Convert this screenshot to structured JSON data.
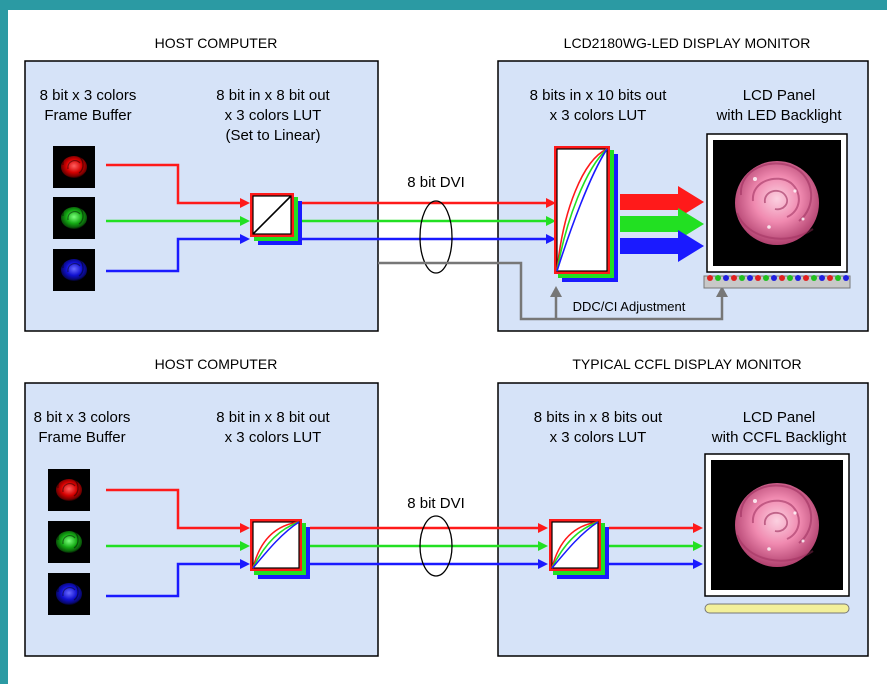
{
  "colors": {
    "frame": "#2b9aa3",
    "panel": "#d6e3f8",
    "red": "#ff1a1a",
    "green": "#22e022",
    "blue": "#1a1aff",
    "gray": "#777777",
    "ccfl": "#f3f09a"
  },
  "top": {
    "host_title": "HOST COMPUTER",
    "monitor_title": "LCD2180WG-LED DISPLAY MONITOR",
    "frame_buffer": [
      "8 bit x 3 colors",
      "Frame Buffer"
    ],
    "host_lut": [
      "8 bit in x 8 bit out",
      "x 3 colors LUT",
      "(Set to Linear)"
    ],
    "link": "8 bit DVI",
    "monitor_lut": [
      "8 bits in x 10 bits out",
      "x 3 colors LUT"
    ],
    "panel": [
      "LCD Panel",
      "with LED Backlight"
    ],
    "adjust": "DDC/CI Adjustment"
  },
  "bottom": {
    "host_title": "HOST COMPUTER",
    "monitor_title": "TYPICAL CCFL DISPLAY MONITOR",
    "frame_buffer": [
      "8 bit x 3 colors",
      "Frame Buffer"
    ],
    "host_lut": [
      "8 bit in x 8 bit out",
      "x 3 colors LUT"
    ],
    "link": "8 bit DVI",
    "monitor_lut": [
      "8 bits in x 8 bits out",
      "x 3 colors LUT"
    ],
    "panel": [
      "LCD Panel",
      "with CCFL Backlight"
    ]
  },
  "icons": {
    "rose": "rose-icon",
    "lut": "lut-curve-icon",
    "cable": "cable-bundle-icon"
  }
}
